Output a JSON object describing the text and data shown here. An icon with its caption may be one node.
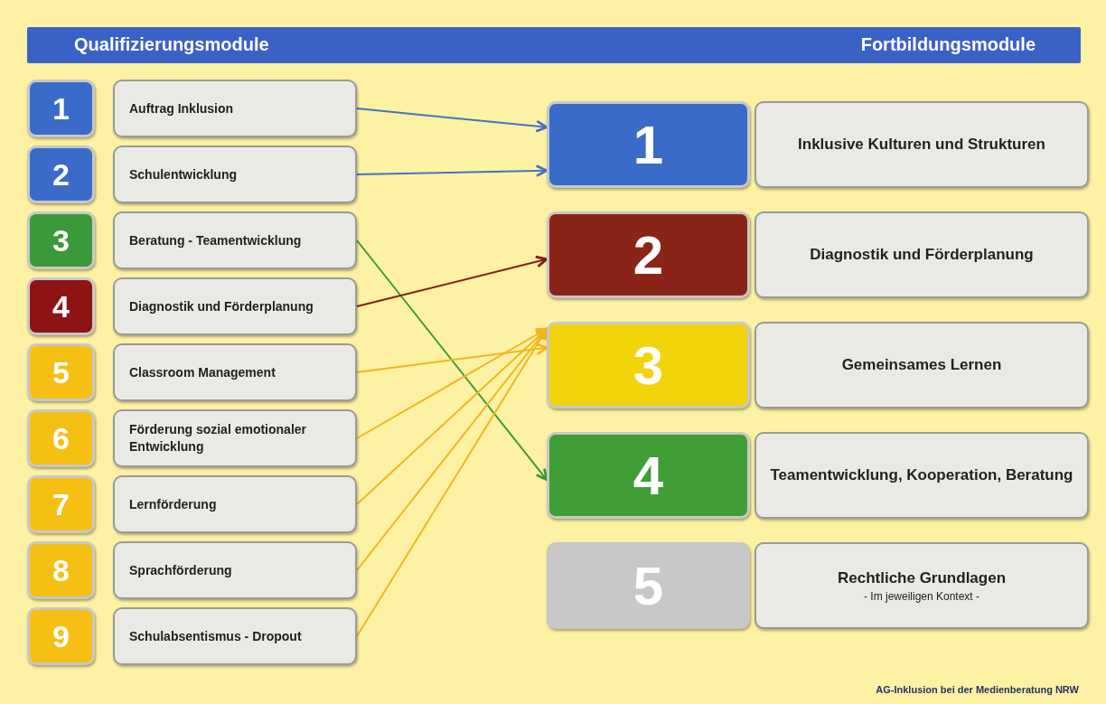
{
  "diagram": {
    "nodes": [
      {
        "text": [
          "1"
        ]
      },
      {
        "text": [
          "Auftrag Inklusion"
        ]
      },
      {
        "text": [
          "2"
        ]
      },
      {
        "text": [
          "Schulentwicklung"
        ]
      },
      {
        "text": [
          "3"
        ]
      },
      {
        "text": [
          "Beratung - Teamentwicklung"
        ]
      },
      {
        "text": [
          "4"
        ]
      },
      {
        "text": [
          "Diagnostik und Förderplanung"
        ]
      },
      {
        "text": [
          "5"
        ]
      },
      {
        "text": [
          "Classroom Management"
        ]
      },
      {
        "text": [
          "6"
        ]
      },
      {
        "text": [
          "Förderung sozial emotionaler Entwicklung"
        ]
      },
      {
        "text": [
          "7"
        ]
      },
      {
        "text": [
          "Lernförderung"
        ]
      },
      {
        "text": [
          "8"
        ]
      },
      {
        "text": [
          "Sprachförderung"
        ]
      },
      {
        "text": [
          "9"
        ]
      },
      {
        "text": [
          "Schulabsentismus - Dropout"
        ]
      },
      {
        "text": [
          "1"
        ]
      },
      {
        "text": [
          "Inklusive Kulturen und Strukturen"
        ]
      },
      {
        "text": [
          "2"
        ]
      },
      {
        "text": [
          "Diagnostik und Förderplanung"
        ]
      },
      {
        "text": [
          "3"
        ]
      },
      {
        "text": [
          "Gemeinsames Lernen"
        ]
      },
      {
        "text": [
          "4"
        ]
      },
      {
        "text": [
          "Teamentwicklung, Kooperation, Beratung"
        ]
      },
      {
        "text": [
          "5"
        ]
      },
      {
        "text": [
          "Rechtliche Grundlagen",
          "- Im jeweiligen Kontext -"
        ]
      }
    ],
    "edges": [
      {
        "from": 1,
        "to": 18,
        "arrow": "to",
        "color": "#4472c4"
      },
      {
        "from": 3,
        "to": 18,
        "arrow": "to",
        "color": "#4472c4"
      },
      {
        "from": 5,
        "to": 24,
        "arrow": "to",
        "color": "#3a9a3a"
      },
      {
        "from": 7,
        "to": 20,
        "arrow": "to",
        "color": "#8b1a1a"
      },
      {
        "from": 9,
        "to": 22,
        "arrow": "to"
      },
      {
        "from": 11,
        "to": 22,
        "arrow": "to"
      },
      {
        "from": 13,
        "to": 22,
        "arrow": "to"
      },
      {
        "from": 15,
        "to": 22,
        "arrow": "to"
      },
      {
        "from": 17,
        "to": 22,
        "arrow": "to"
      }
    ],
    "labels": [
      "Qualifizierungsmodule",
      "Fortbildungsmodule",
      "AG-Inklusion bei der Medienberatung NRW"
    ]
  }
}
